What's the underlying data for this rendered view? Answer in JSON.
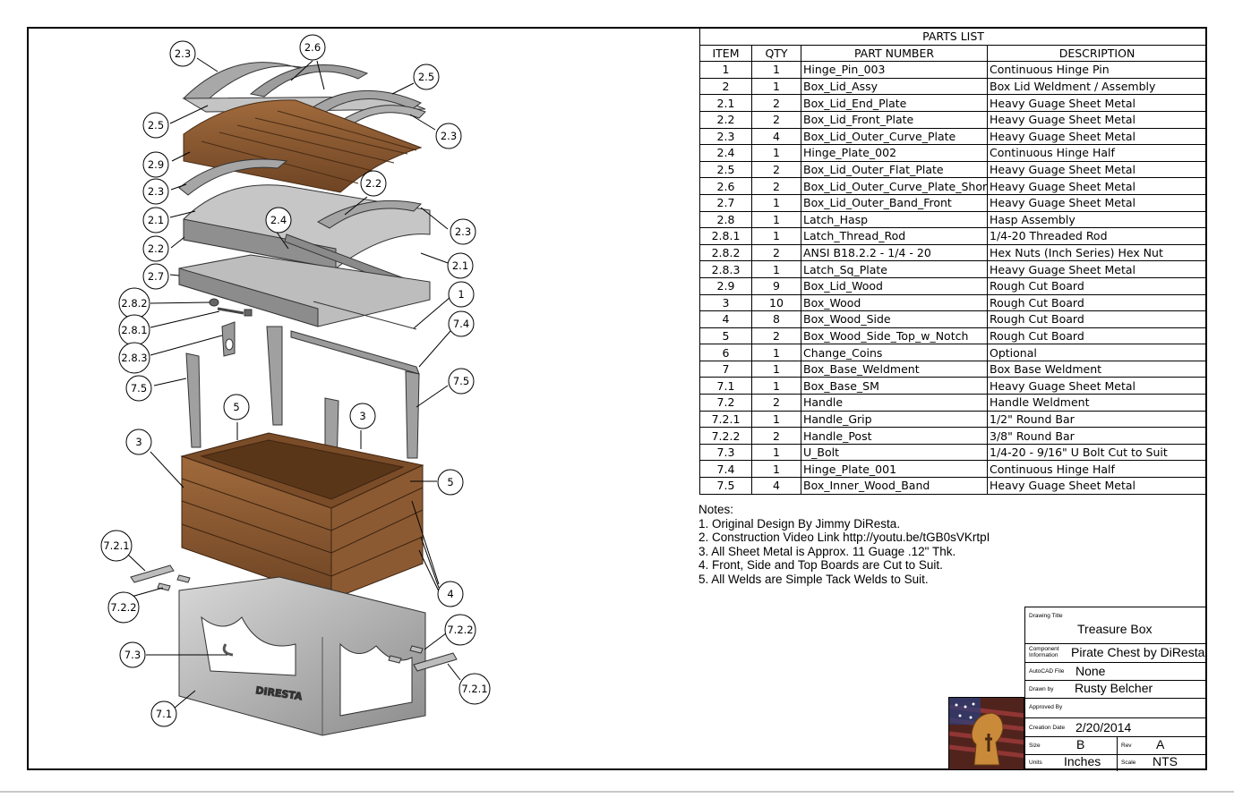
{
  "callouts": {
    "c_2_3_a": "2.3",
    "c_2_6": "2.6",
    "c_2_5_a": "2.5",
    "c_2_5_b": "2.5",
    "c_2_3_b": "2.3",
    "c_2_9": "2.9",
    "c_2_3_c": "2.3",
    "c_2_2_a": "2.2",
    "c_2_1_a": "2.1",
    "c_2_4": "2.4",
    "c_2_3_d": "2.3",
    "c_2_2_b": "2.2",
    "c_2_1_b": "2.1",
    "c_2_7": "2.7",
    "c_1": "1",
    "c_2_8_2": "2.8.2",
    "c_2_8_1": "2.8.1",
    "c_7_4": "7.4",
    "c_2_8_3": "2.8.3",
    "c_7_5_a": "7.5",
    "c_7_5_b": "7.5",
    "c_5_a": "5",
    "c_3_a": "3",
    "c_3_b": "3",
    "c_5_b": "5",
    "c_7_2_1_a": "7.2.1",
    "c_4": "4",
    "c_7_2_2_a": "7.2.2",
    "c_7_2_2_b": "7.2.2",
    "c_7_3": "7.3",
    "c_7_2_1_b": "7.2.1",
    "c_7_1": "7.1"
  },
  "engraving": "DIRESTA",
  "parts_list": {
    "title": "PARTS LIST",
    "headers": [
      "ITEM",
      "QTY",
      "PART NUMBER",
      "DESCRIPTION"
    ],
    "rows": [
      [
        "1",
        "1",
        "Hinge_Pin_003",
        "Continuous Hinge Pin"
      ],
      [
        "2",
        "1",
        "Box_Lid_Assy",
        "Box Lid Weldment / Assembly"
      ],
      [
        "2.1",
        "2",
        "Box_Lid_End_Plate",
        "Heavy Guage Sheet Metal"
      ],
      [
        "2.2",
        "2",
        "Box_Lid_Front_Plate",
        "Heavy Guage Sheet Metal"
      ],
      [
        "2.3",
        "4",
        "Box_Lid_Outer_Curve_Plate",
        "Heavy Guage Sheet Metal"
      ],
      [
        "2.4",
        "1",
        "Hinge_Plate_002",
        "Continuous Hinge Half"
      ],
      [
        "2.5",
        "2",
        "Box_Lid_Outer_Flat_Plate",
        "Heavy Guage Sheet Metal"
      ],
      [
        "2.6",
        "2",
        "Box_Lid_Outer_Curve_Plate_Short",
        "Heavy Guage Sheet Metal"
      ],
      [
        "2.7",
        "1",
        "Box_Lid_Outer_Band_Front",
        "Heavy Guage Sheet Metal"
      ],
      [
        "2.8",
        "1",
        "Latch_Hasp",
        "Hasp Assembly"
      ],
      [
        "2.8.1",
        "1",
        "Latch_Thread_Rod",
        "1/4-20 Threaded Rod"
      ],
      [
        "2.8.2",
        "2",
        "ANSI B18.2.2 - 1/4 - 20",
        "Hex Nuts (Inch Series) Hex Nut"
      ],
      [
        "2.8.3",
        "1",
        "Latch_Sq_Plate",
        "Heavy Guage Sheet Metal"
      ],
      [
        "2.9",
        "9",
        "Box_Lid_Wood",
        "Rough Cut Board"
      ],
      [
        "3",
        "10",
        "Box_Wood",
        "Rough Cut Board"
      ],
      [
        "4",
        "8",
        "Box_Wood_Side",
        "Rough Cut Board"
      ],
      [
        "5",
        "2",
        "Box_Wood_Side_Top_w_Notch",
        "Rough Cut Board"
      ],
      [
        "6",
        "1",
        "Change_Coins",
        "Optional"
      ],
      [
        "7",
        "1",
        "Box_Base_Weldment",
        "Box Base Weldment"
      ],
      [
        "7.1",
        "1",
        "Box_Base_SM",
        "Heavy Guage Sheet Metal"
      ],
      [
        "7.2",
        "2",
        "Handle",
        "Handle Weldment"
      ],
      [
        "7.2.1",
        "1",
        "Handle_Grip",
        "1/2\" Round Bar"
      ],
      [
        "7.2.2",
        "2",
        "Handle_Post",
        "3/8\" Round Bar"
      ],
      [
        "7.3",
        "1",
        "U_Bolt",
        "1/4-20 - 9/16\" U Bolt Cut to Suit"
      ],
      [
        "7.4",
        "1",
        "Hinge_Plate_001",
        "Continuous Hinge Half"
      ],
      [
        "7.5",
        "4",
        "Box_Inner_Wood_Band",
        "Heavy Guage Sheet Metal"
      ]
    ]
  },
  "notes": {
    "title": "Notes:",
    "items": [
      "1.  Original Design By Jimmy DiResta.",
      "2.  Construction Video Link http://youtu.be/tGB0sVKrtpI",
      "3.  All Sheet Metal is Approx. 11 Guage .12\" Thk.",
      "4.  Front, Side and Top Boards are Cut to Suit.",
      "5.  All Welds are Simple Tack Welds to Suit."
    ]
  },
  "title_block": {
    "drawing_title_label": "Drawing Title",
    "drawing_title": "Treasure Box",
    "component_label": "Component Information",
    "component": "Pirate Chest by DiResta",
    "autocad_label": "AutoCAD File",
    "autocad": "None",
    "drawn_by_label": "Drawn by",
    "drawn_by": "Rusty Belcher",
    "approved_label": "Approved By",
    "approved": "",
    "date_label": "Creation Date",
    "date": "2/20/2014",
    "size_label": "Size",
    "size": "B",
    "rev_label": "Rev",
    "rev": "A",
    "units_label": "Units",
    "units": "Inches",
    "scale_label": "Scale",
    "scale": "NTS"
  },
  "colors": {
    "wood": "#8a5a32",
    "wood_dark": "#5e3a1e",
    "metal": "#9a9a9a",
    "metal_light": "#cfcfcf",
    "metal_dark": "#6e6e6e"
  }
}
